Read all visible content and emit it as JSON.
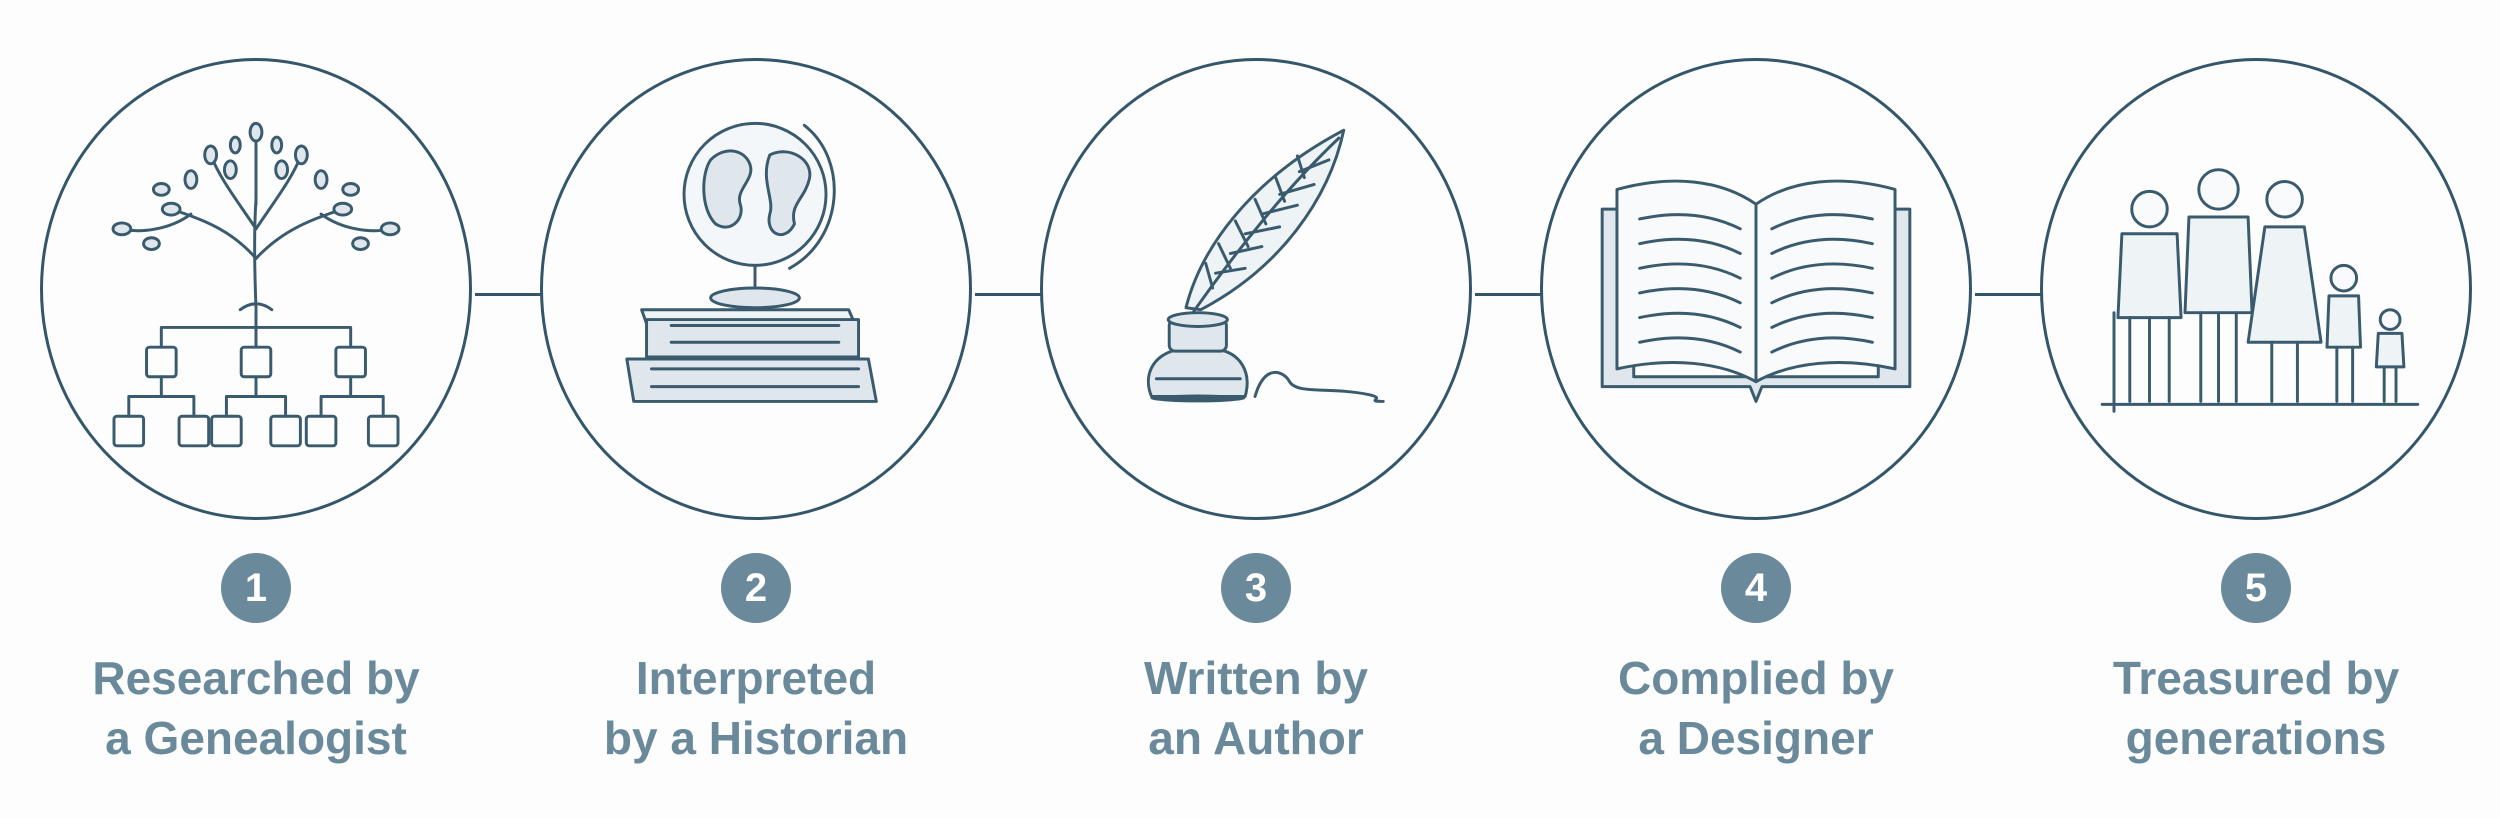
{
  "steps": [
    {
      "number": "1",
      "label": "Researched by\na Genealogist",
      "icon": "family-tree-icon"
    },
    {
      "number": "2",
      "label": "Interpreted\nby a Historian",
      "icon": "globe-on-books-icon"
    },
    {
      "number": "3",
      "label": "Written by\nan Author",
      "icon": "quill-and-inkwell-icon"
    },
    {
      "number": "4",
      "label": "Complied by\na Designer",
      "icon": "open-book-icon"
    },
    {
      "number": "5",
      "label": "Treasured by\ngenerations",
      "icon": "family-group-icon"
    }
  ],
  "colors": {
    "ink": "#33566a",
    "label": "#6a8a9b",
    "badge": "#6a8a9b",
    "background": "#fdfdfd"
  }
}
